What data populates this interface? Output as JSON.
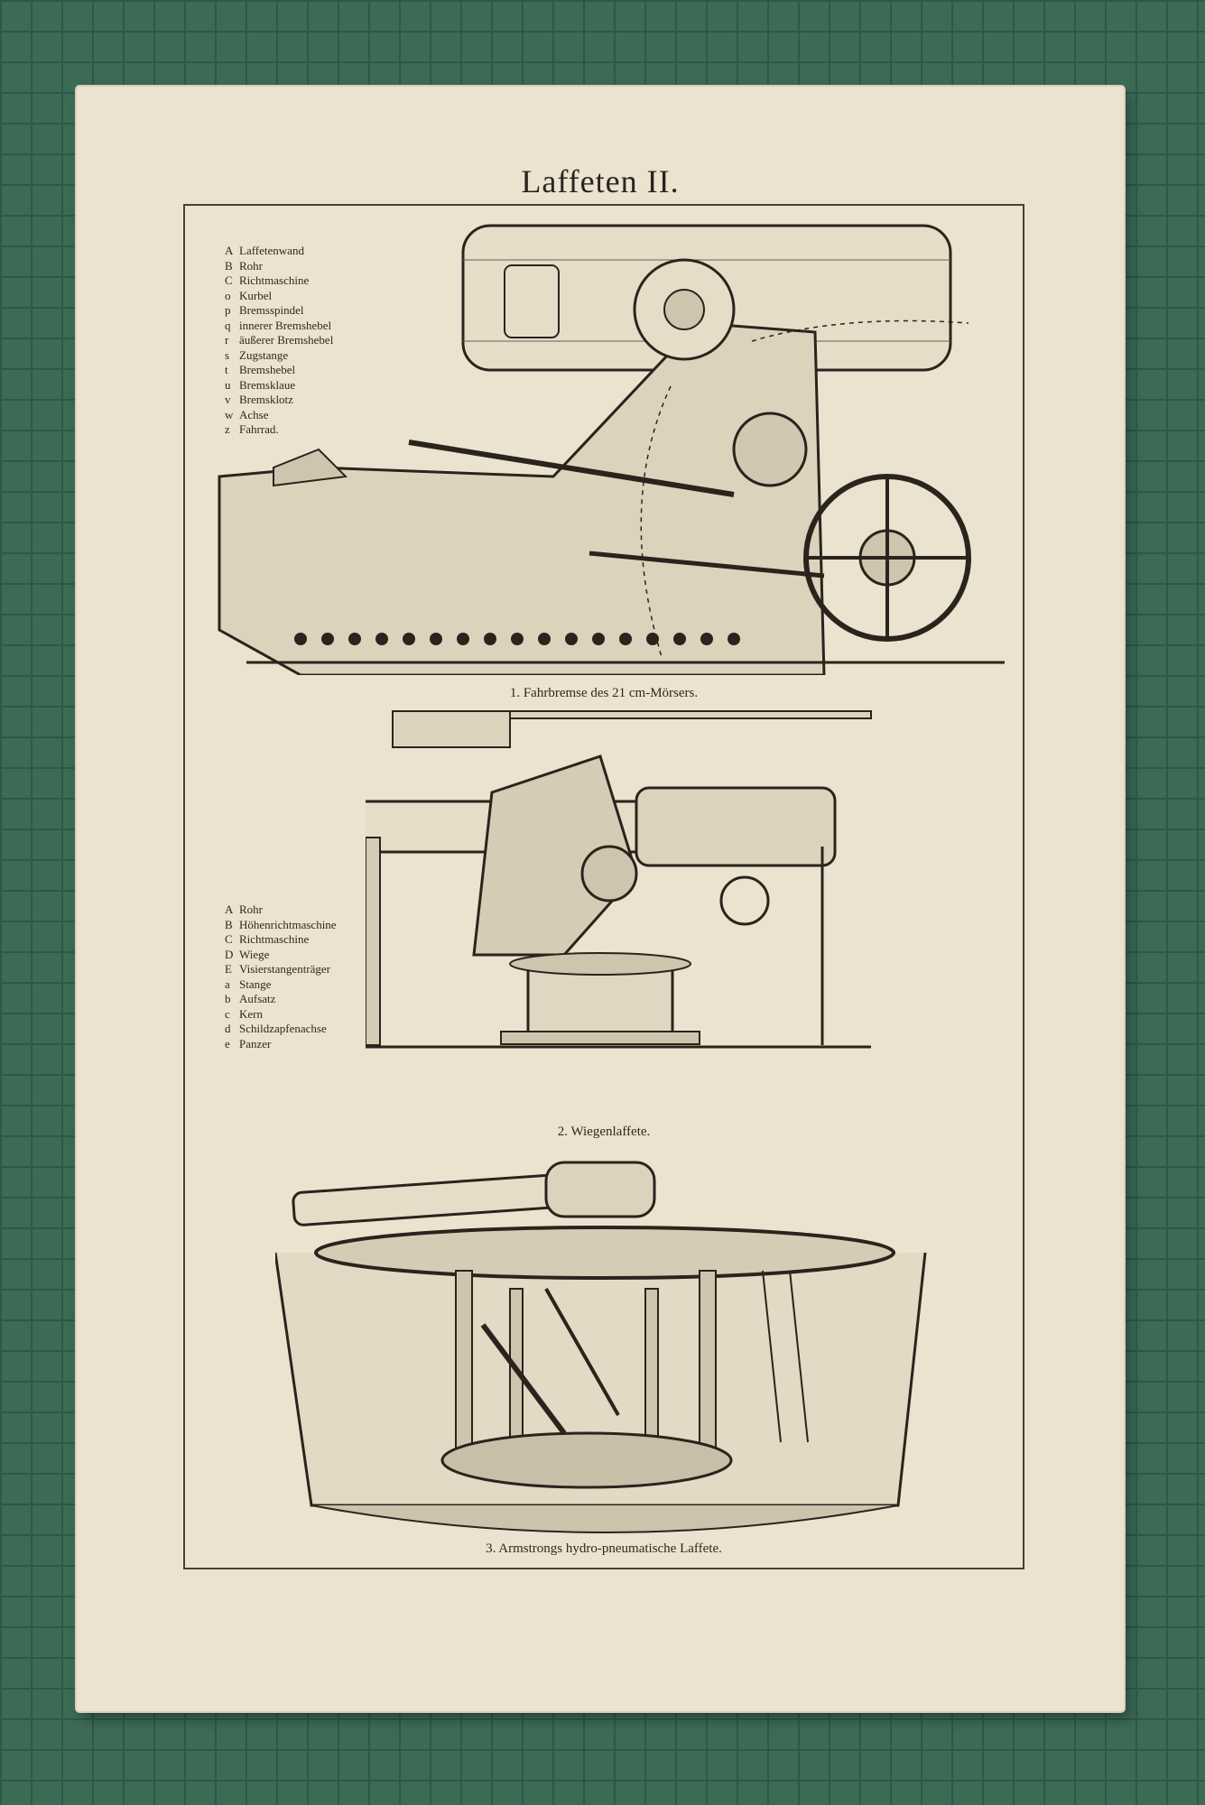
{
  "title": "Laffeten II.",
  "figures": [
    {
      "caption": "1. Fahrbremse des 21 cm-Mörsers.",
      "legend": [
        {
          "key": "A",
          "label": "Laffetenwand"
        },
        {
          "key": "B",
          "label": "Rohr"
        },
        {
          "key": "C",
          "label": "Richtmaschine"
        },
        {
          "key": "o",
          "label": "Kurbel"
        },
        {
          "key": "p",
          "label": "Bremsspindel"
        },
        {
          "key": "q",
          "label": "innerer Bremshebel"
        },
        {
          "key": "r",
          "label": "äußerer Bremshebel"
        },
        {
          "key": "s",
          "label": "Zugstange"
        },
        {
          "key": "t",
          "label": "Bremshebel"
        },
        {
          "key": "u",
          "label": "Bremsklaue"
        },
        {
          "key": "v",
          "label": "Bremsklotz"
        },
        {
          "key": "w",
          "label": "Achse"
        },
        {
          "key": "z",
          "label": "Fahrrad."
        }
      ]
    },
    {
      "caption": "2. Wiegenlaffete.",
      "legend": [
        {
          "key": "A",
          "label": "Rohr"
        },
        {
          "key": "B",
          "label": "Höhenrichtmaschine"
        },
        {
          "key": "C",
          "label": "Richtmaschine"
        },
        {
          "key": "D",
          "label": "Wiege"
        },
        {
          "key": "E",
          "label": "Visierstangenträger"
        },
        {
          "key": "a",
          "label": "Stange"
        },
        {
          "key": "b",
          "label": "Aufsatz"
        },
        {
          "key": "c",
          "label": "Kern"
        },
        {
          "key": "d",
          "label": "Schildzapfenachse"
        },
        {
          "key": "e",
          "label": "Panzer"
        }
      ]
    },
    {
      "caption": "3. Armstrongs hydro-pneumatische Laffete."
    }
  ]
}
